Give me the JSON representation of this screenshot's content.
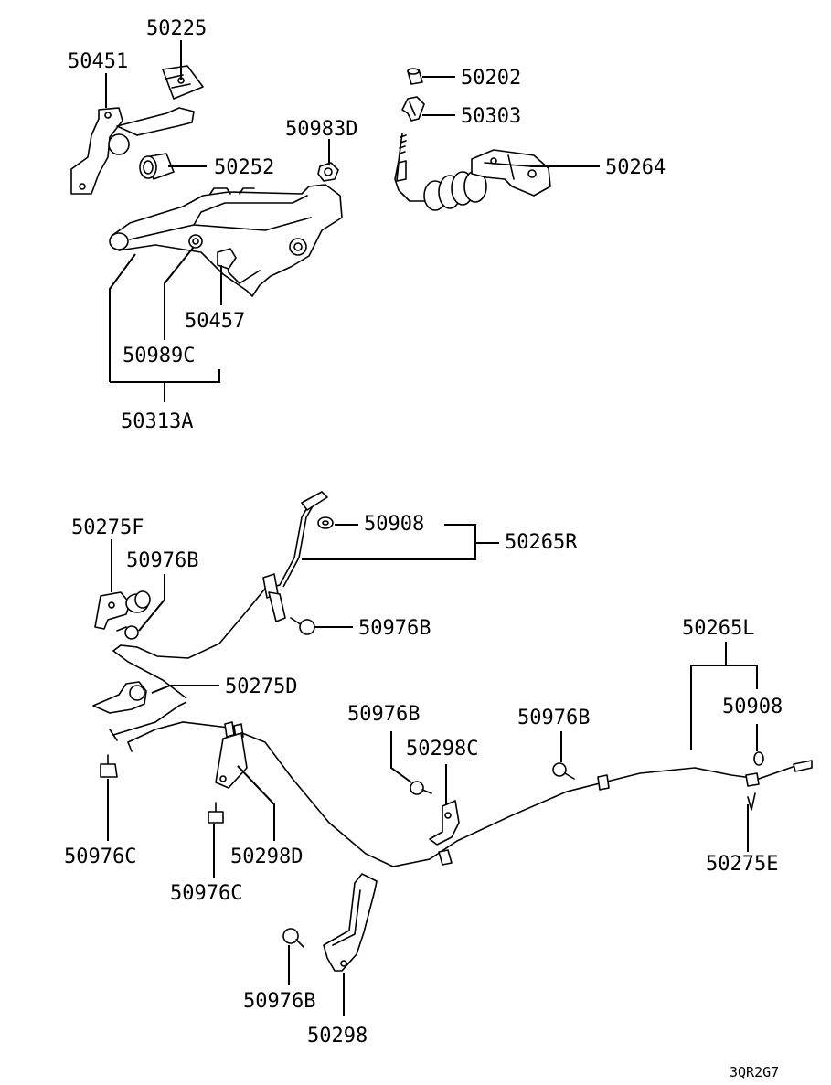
{
  "labels": {
    "p50225": "50225",
    "p50451": "50451",
    "p50202": "50202",
    "p50303": "50303",
    "p50983D": "50983D",
    "p50252": "50252",
    "p50264": "50264",
    "p50457": "50457",
    "p50989C": "50989C",
    "p50313A": "50313A",
    "p50275F": "50275F",
    "p50908_top": "50908",
    "p50265R": "50265R",
    "p50976B_a": "50976B",
    "p50976B_b": "50976B",
    "p50275D": "50275D",
    "p50265L": "50265L",
    "p50908_right": "50908",
    "p50976B_c": "50976B",
    "p50976B_d": "50976B",
    "p50298C": "50298C",
    "p50976C_a": "50976C",
    "p50298D": "50298D",
    "p50976C_b": "50976C",
    "p50275E": "50275E",
    "p50976B_e": "50976B",
    "p50298": "50298"
  },
  "diagram_code": "3QR2G7"
}
